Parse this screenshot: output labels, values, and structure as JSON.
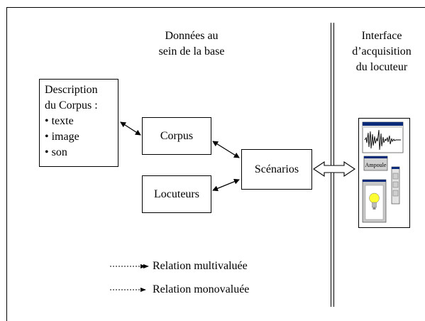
{
  "headings": {
    "database": [
      "Données au",
      "sein de la base"
    ],
    "interface": [
      "Interface",
      "d’acquisition",
      "du locuteur"
    ]
  },
  "description_box": {
    "lines": [
      "Description",
      "du Corpus :",
      "• texte",
      "• image",
      "• son"
    ]
  },
  "entities": {
    "corpus": "Corpus",
    "locuteurs": "Locuteurs",
    "scenarios": "Scénarios"
  },
  "legend": {
    "multivalued": "Relation multivaluée",
    "monovalued": "Relation monovaluée"
  },
  "thumbnail": {
    "ampoule_label": "Ampoule",
    "icons": [
      "waveform-icon",
      "lightbulb-icon"
    ]
  }
}
